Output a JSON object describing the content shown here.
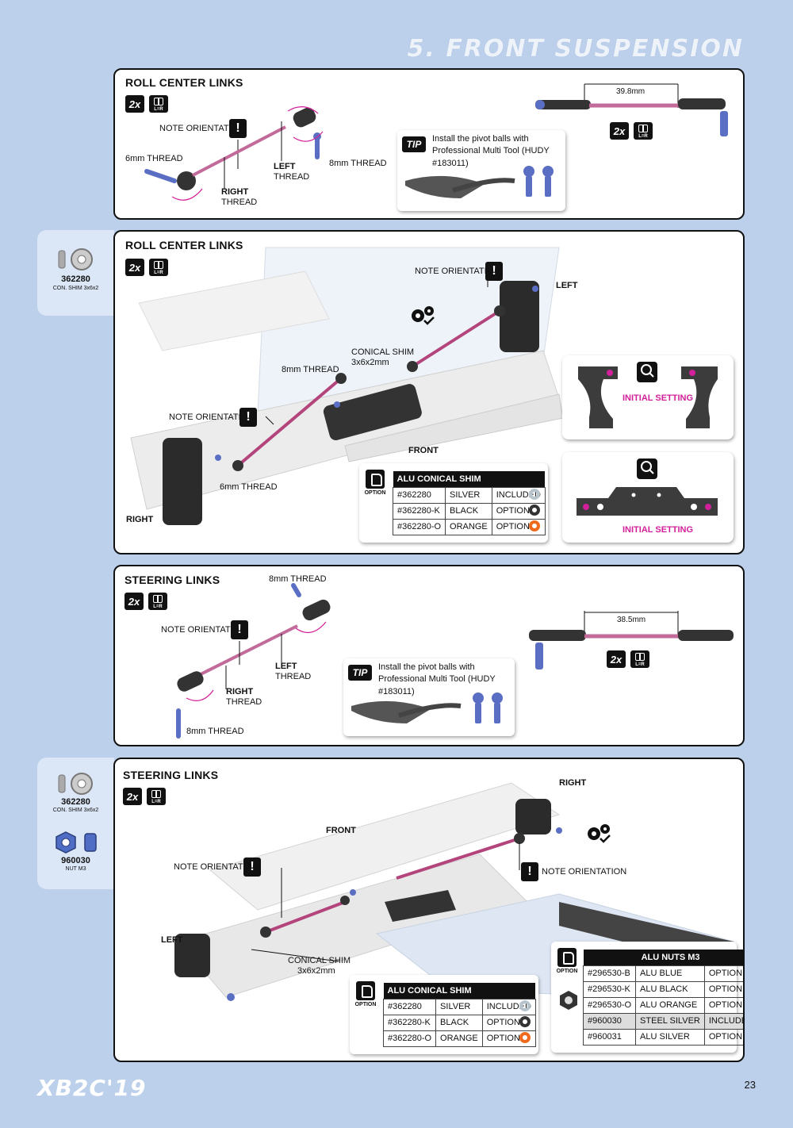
{
  "page": {
    "title": "5. FRONT SUSPENSION",
    "footer_logo": "XB2C'19",
    "page_number": "23"
  },
  "sidecards": [
    {
      "part": "362280",
      "desc": "CON. SHIM 3x6x2"
    },
    {
      "part": "362280",
      "desc": "CON. SHIM 3x6x2"
    },
    {
      "part": "960030",
      "desc": "NUT M3"
    }
  ],
  "badges": {
    "count": "2x",
    "lr": "L=R"
  },
  "panel1": {
    "title": "ROLL CENTER LINKS",
    "note_orientation": "NOTE ORIENTATION",
    "thread_6mm": "6mm THREAD",
    "right_thread": [
      "RIGHT",
      "THREAD"
    ],
    "left_thread": [
      "LEFT",
      "THREAD"
    ],
    "thread_8mm": "8mm THREAD",
    "length": "39.8mm",
    "tip_label": "TIP",
    "tip_text": "Install the pivot balls with Professional Multi Tool (HUDY #183011)"
  },
  "panel2": {
    "title": "ROLL CENTER LINKS",
    "note_orientation_1": "NOTE ORIENTATION",
    "note_orientation_2": "NOTE ORIENTATION",
    "left": "LEFT",
    "right": "RIGHT",
    "front": "FRONT",
    "conical_shim": [
      "CONICAL SHIM",
      "3x6x2mm"
    ],
    "thread_8mm": "8mm THREAD",
    "thread_6mm": "6mm THREAD",
    "detail": "DETAIL",
    "initial_setting_1": "INITIAL SETTING",
    "initial_setting_2": "INITIAL SETTING",
    "option_label": "OPTION",
    "table": {
      "header": "ALU CONICAL SHIM",
      "rows": [
        {
          "part": "#362280",
          "color": "SILVER",
          "status": "INCLUDED",
          "swatch": "#b8c4cc"
        },
        {
          "part": "#362280-K",
          "color": "BLACK",
          "status": "OPTION",
          "swatch": "#333333"
        },
        {
          "part": "#362280-O",
          "color": "ORANGE",
          "status": "OPTION",
          "swatch": "#f06a1e"
        }
      ]
    }
  },
  "panel3": {
    "title": "STEERING LINKS",
    "thread_8mm_top": "8mm THREAD",
    "note_orientation": "NOTE ORIENTATION",
    "left_thread": [
      "LEFT",
      "THREAD"
    ],
    "right_thread": [
      "RIGHT",
      "THREAD"
    ],
    "thread_8mm_bottom": "8mm THREAD",
    "length": "38.5mm",
    "tip_label": "TIP",
    "tip_text": "Install the pivot balls with Professional Multi Tool (HUDY #183011)"
  },
  "panel4": {
    "title": "STEERING LINKS",
    "right": "RIGHT",
    "front": "FRONT",
    "left": "LEFT",
    "note_orientation_1": "NOTE ORIENTATION",
    "note_orientation_2": "NOTE ORIENTATION",
    "conical_shim": [
      "CONICAL SHIM",
      "3x6x2mm"
    ],
    "option_label": "OPTION",
    "table_shim": {
      "header": "ALU CONICAL SHIM",
      "rows": [
        {
          "part": "#362280",
          "color": "SILVER",
          "status": "INCLUDED",
          "swatch": "#b8c4cc"
        },
        {
          "part": "#362280-K",
          "color": "BLACK",
          "status": "OPTION",
          "swatch": "#333333"
        },
        {
          "part": "#362280-O",
          "color": "ORANGE",
          "status": "OPTION",
          "swatch": "#f06a1e"
        }
      ]
    },
    "table_nuts": {
      "header": "ALU NUTS M3",
      "rows": [
        {
          "part": "#296530-B",
          "color": "ALU BLUE",
          "status": "OPTION"
        },
        {
          "part": "#296530-K",
          "color": "ALU BLACK",
          "status": "OPTION"
        },
        {
          "part": "#296530-O",
          "color": "ALU ORANGE",
          "status": "OPTION"
        },
        {
          "part": "#960030",
          "color": "STEEL SILVER",
          "status": "INCLUDED"
        },
        {
          "part": "#960031",
          "color": "ALU SILVER",
          "status": "OPTION"
        }
      ]
    }
  },
  "colors": {
    "accent": "#d3209a",
    "page_bg": "#bcd0ec",
    "sidecard_bg": "#dbe6f6",
    "ball_blue": "#5a6fc4"
  }
}
